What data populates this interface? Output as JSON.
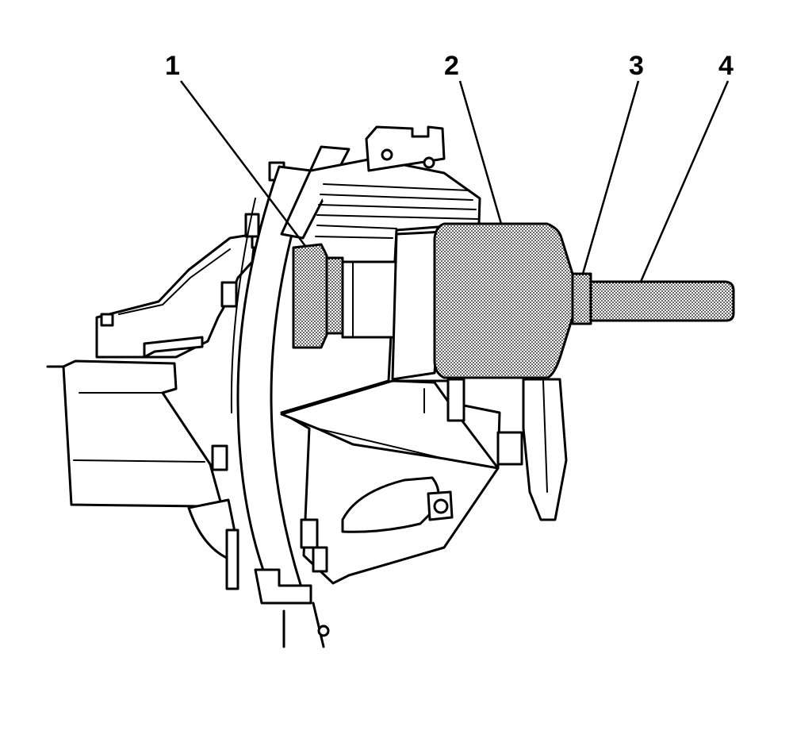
{
  "callouts": [
    {
      "id": "1",
      "label": "1"
    },
    {
      "id": "2",
      "label": "2"
    },
    {
      "id": "3",
      "label": "3"
    },
    {
      "id": "4",
      "label": "4"
    }
  ],
  "colors": {
    "line": "#000000",
    "background": "#ffffff",
    "tool_stipple": "#b0b0b0"
  }
}
